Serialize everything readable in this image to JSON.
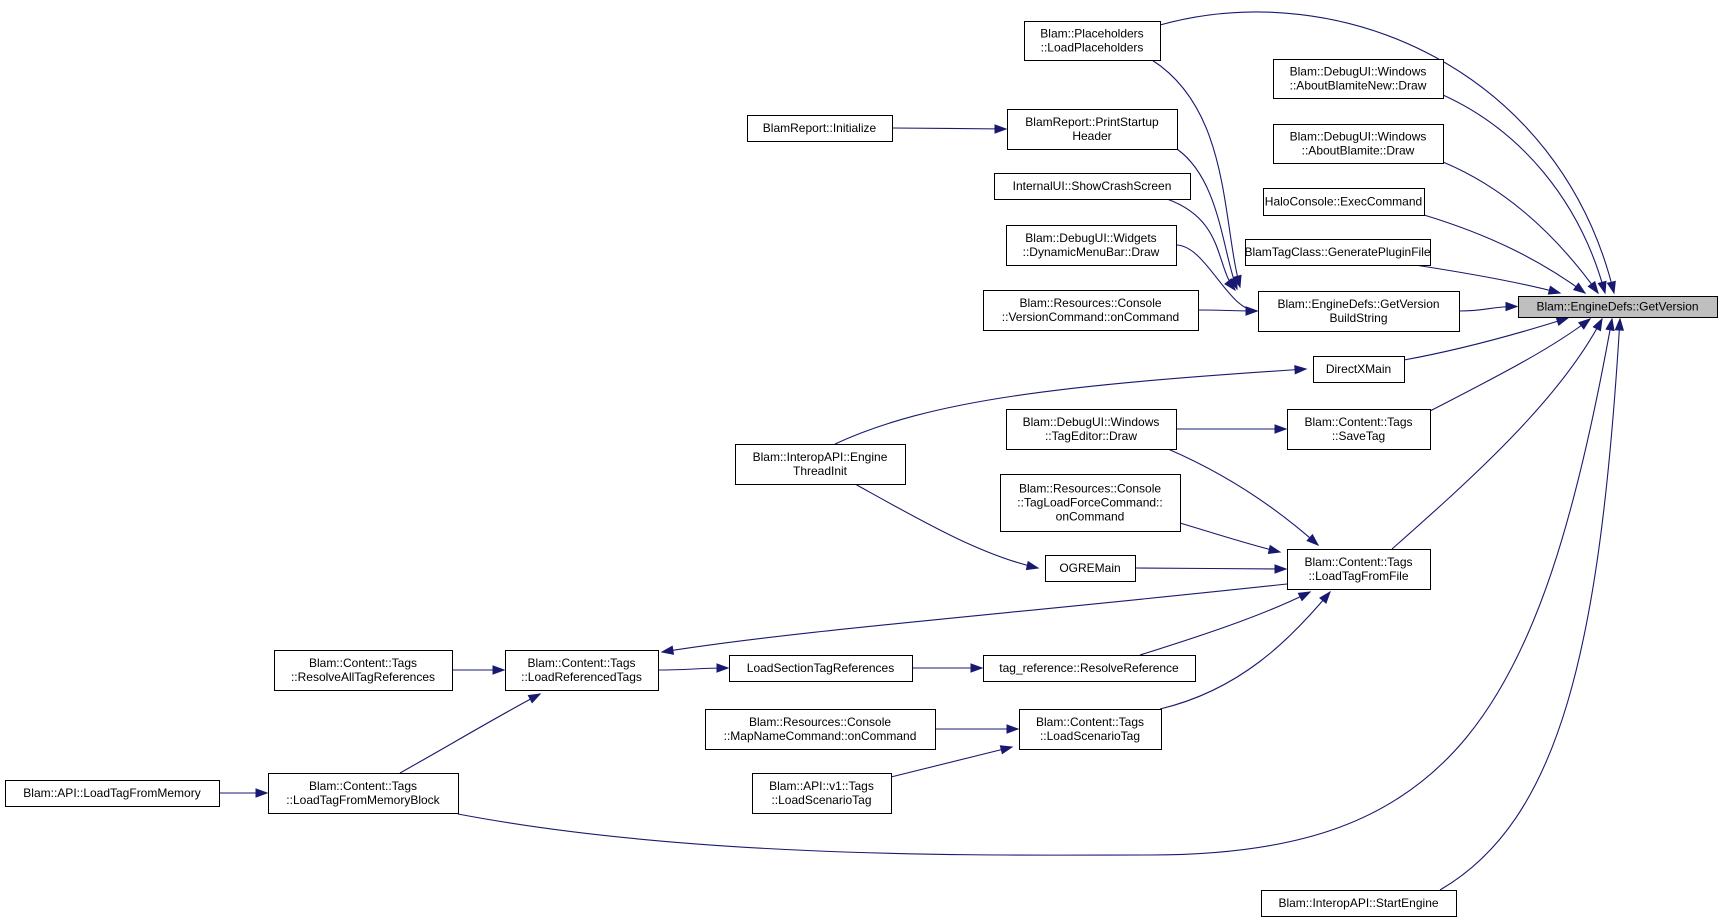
{
  "graph": {
    "nodes": [
      {
        "id": "getversion",
        "lines": [
          "Blam::EngineDefs::GetVersion"
        ],
        "highlight": true
      },
      {
        "id": "placeholders",
        "lines": [
          "Blam::Placeholders",
          "::LoadPlaceholders"
        ]
      },
      {
        "id": "aboutnew",
        "lines": [
          "Blam::DebugUI::Windows",
          "::AboutBlamiteNew::Draw"
        ]
      },
      {
        "id": "about",
        "lines": [
          "Blam::DebugUI::Windows",
          "::AboutBlamite::Draw"
        ]
      },
      {
        "id": "haloconsole",
        "lines": [
          "HaloConsole::ExecCommand"
        ]
      },
      {
        "id": "plugin",
        "lines": [
          "BlamTagClass::GeneratePluginFile"
        ]
      },
      {
        "id": "buildstring",
        "lines": [
          "Blam::EngineDefs::GetVersion",
          "BuildString"
        ]
      },
      {
        "id": "directx",
        "lines": [
          "DirectXMain"
        ]
      },
      {
        "id": "savetag",
        "lines": [
          "Blam::Content::Tags",
          "::SaveTag"
        ]
      },
      {
        "id": "loadtagfromfile",
        "lines": [
          "Blam::Content::Tags",
          "::LoadTagFromFile"
        ]
      },
      {
        "id": "startengine",
        "lines": [
          "Blam::InteropAPI::StartEngine"
        ]
      },
      {
        "id": "reportinit",
        "lines": [
          "BlamReport::Initialize"
        ]
      },
      {
        "id": "printheader",
        "lines": [
          "BlamReport::PrintStartup",
          "Header"
        ]
      },
      {
        "id": "crash",
        "lines": [
          "InternalUI::ShowCrashScreen"
        ]
      },
      {
        "id": "menubar",
        "lines": [
          "Blam::DebugUI::Widgets",
          "::DynamicMenuBar::Draw"
        ]
      },
      {
        "id": "versioncmd",
        "lines": [
          "Blam::Resources::Console",
          "::VersionCommand::onCommand"
        ]
      },
      {
        "id": "threadinit",
        "lines": [
          "Blam::InteropAPI::Engine",
          "ThreadInit"
        ]
      },
      {
        "id": "tageditor",
        "lines": [
          "Blam::DebugUI::Windows",
          "::TagEditor::Draw"
        ]
      },
      {
        "id": "forcecmd",
        "lines": [
          "Blam::Resources::Console",
          "::TagLoadForceCommand::",
          "onCommand"
        ]
      },
      {
        "id": "ogre",
        "lines": [
          "OGREMain"
        ]
      },
      {
        "id": "resolveall",
        "lines": [
          "Blam::Content::Tags",
          "::ResolveAllTagReferences"
        ]
      },
      {
        "id": "loadreferenced",
        "lines": [
          "Blam::Content::Tags",
          "::LoadReferencedTags"
        ]
      },
      {
        "id": "loadsection",
        "lines": [
          "LoadSectionTagReferences"
        ]
      },
      {
        "id": "resolveref",
        "lines": [
          "tag_reference::ResolveReference"
        ]
      },
      {
        "id": "mapname",
        "lines": [
          "Blam::Resources::Console",
          "::MapNameCommand::onCommand"
        ]
      },
      {
        "id": "scenariotag",
        "lines": [
          "Blam::Content::Tags",
          "::LoadScenarioTag"
        ]
      },
      {
        "id": "apiscenario",
        "lines": [
          "Blam::API::v1::Tags",
          "::LoadScenarioTag"
        ]
      },
      {
        "id": "apimemory",
        "lines": [
          "Blam::API::LoadTagFromMemory"
        ]
      },
      {
        "id": "memoryblock",
        "lines": [
          "Blam::Content::Tags",
          "::LoadTagFromMemoryBlock"
        ]
      }
    ],
    "edges": [
      {
        "from": "placeholders",
        "to": "getversion"
      },
      {
        "from": "aboutnew",
        "to": "getversion"
      },
      {
        "from": "about",
        "to": "getversion"
      },
      {
        "from": "haloconsole",
        "to": "getversion"
      },
      {
        "from": "plugin",
        "to": "getversion"
      },
      {
        "from": "buildstring",
        "to": "getversion"
      },
      {
        "from": "directx",
        "to": "getversion"
      },
      {
        "from": "savetag",
        "to": "getversion"
      },
      {
        "from": "loadtagfromfile",
        "to": "getversion"
      },
      {
        "from": "memoryblock",
        "to": "getversion"
      },
      {
        "from": "startengine",
        "to": "getversion"
      },
      {
        "from": "placeholders",
        "to": "buildstring"
      },
      {
        "from": "printheader",
        "to": "buildstring"
      },
      {
        "from": "crash",
        "to": "buildstring"
      },
      {
        "from": "menubar",
        "to": "buildstring"
      },
      {
        "from": "versioncmd",
        "to": "buildstring"
      },
      {
        "from": "reportinit",
        "to": "printheader"
      },
      {
        "from": "threadinit",
        "to": "directx"
      },
      {
        "from": "threadinit",
        "to": "ogre"
      },
      {
        "from": "tageditor",
        "to": "savetag"
      },
      {
        "from": "tageditor",
        "to": "loadtagfromfile"
      },
      {
        "from": "forcecmd",
        "to": "loadtagfromfile"
      },
      {
        "from": "ogre",
        "to": "loadtagfromfile"
      },
      {
        "from": "resolveref",
        "to": "loadtagfromfile"
      },
      {
        "from": "scenariotag",
        "to": "loadtagfromfile"
      },
      {
        "from": "loadtagfromfile",
        "to": "loadreferenced"
      },
      {
        "from": "resolveall",
        "to": "loadreferenced"
      },
      {
        "from": "memoryblock",
        "to": "loadreferenced"
      },
      {
        "from": "loadreferenced",
        "to": "loadsection"
      },
      {
        "from": "loadsection",
        "to": "resolveref"
      },
      {
        "from": "mapname",
        "to": "scenariotag"
      },
      {
        "from": "apiscenario",
        "to": "scenariotag"
      },
      {
        "from": "apimemory",
        "to": "memoryblock"
      }
    ]
  }
}
